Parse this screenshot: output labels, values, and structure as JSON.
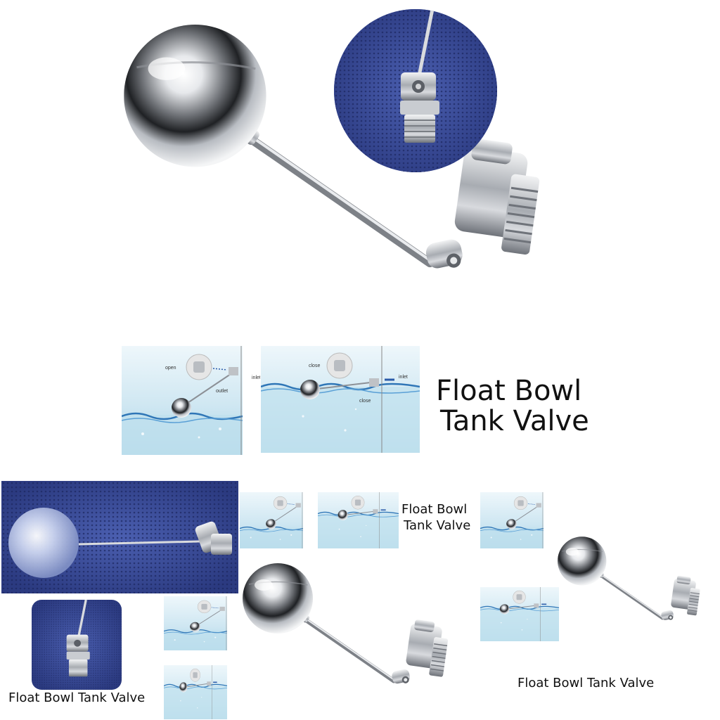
{
  "title_large": [
    "Float Bowl",
    "Tank Valve"
  ],
  "title_mid": [
    "Float Bowl",
    "Tank Valve"
  ],
  "title_single": "Float Bowl Tank Valve",
  "title_bottom_left": "Float Bowl Tank Valve",
  "diagram_open": {
    "open": "open",
    "outlet": "outlet",
    "inlet": "inlet"
  },
  "diagram_close": {
    "close": "close",
    "inlet": "inlet",
    "close_bottom": "close"
  },
  "colors": {
    "water": "#cfe7f2",
    "water_deep": "#a9d3e6",
    "wave": "#2f76b7",
    "steel": "#c9ccd1",
    "mesh": "#3c4f9e",
    "arrow": "#2a5aa8"
  }
}
